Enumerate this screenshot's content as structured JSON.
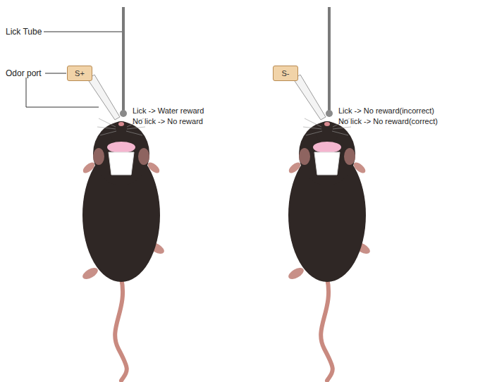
{
  "diagram": {
    "nodes": [
      {
        "text": [
          "S+"
        ]
      },
      {
        "text": [
          "S-"
        ]
      }
    ],
    "labels": [
      "Lick Tube",
      "Odor port",
      "Lick -> Water reward",
      "No lick -> No reward",
      "Lick -> No reward(incorrect)",
      "No lick -> No reward(correct)"
    ]
  }
}
